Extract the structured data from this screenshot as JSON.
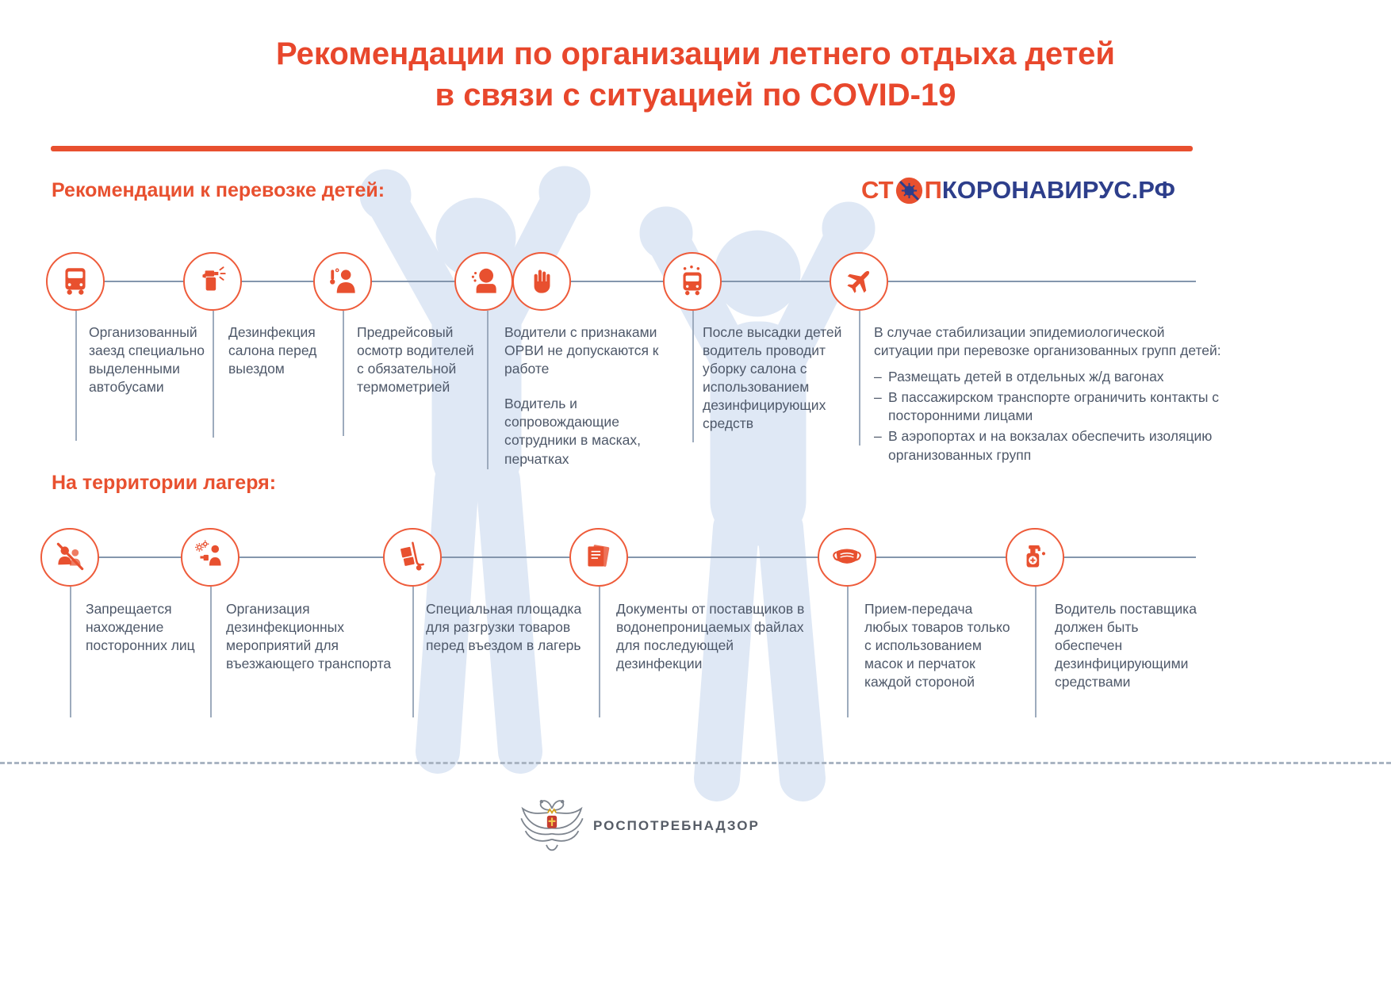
{
  "colors": {
    "accent": "#e8502f",
    "navy": "#2d3e8b",
    "body_text": "#4e5869",
    "timeline_line": "#8496ad",
    "silhouette": "#dfe8f5"
  },
  "header": {
    "title_line1": "Рекомендации по организации летнего отдыха детей",
    "title_line2": "в связи с ситуацией по COVID-19"
  },
  "logo": {
    "prefix": "СТ",
    "after_virus": "П",
    "suffix": "КОРОНАВИРУС.РФ"
  },
  "sections": [
    {
      "heading": "Рекомендации к перевозке детей:",
      "items": [
        {
          "icon": "bus-icon",
          "text": "Организованный заезд специально выделенными автобусами"
        },
        {
          "icon": "spray-icon",
          "text": "Дезинфекция салона перед выездом"
        },
        {
          "icon": "driver-thermometry-icon",
          "text": "Предрейсовый осмотр водителей с обязательной термометрией"
        },
        {
          "icon": "cough-icon-glove-icon",
          "text": "Водители с признаками ОРВИ не допускаются к работе",
          "text2": "Водитель и сопровождающие сотрудники в масках, перчатках"
        },
        {
          "icon": "bus-cleaning-icon",
          "text": "После высадки детей водитель проводит уборку салона с использованием дезинфицирующих средств"
        },
        {
          "icon": "airplane-icon",
          "text": "В случае стабилизации эпидемиологической ситуации при перевозке организованных групп детей:",
          "bullets": [
            "Размещать детей в отдельных ж/д вагонах",
            "В пассажирском транспорте ограничить контакты с посторонними лицами",
            "В аэропортах и на вокзалах обеспечить изоляцию организованных групп"
          ]
        }
      ]
    },
    {
      "heading": "На территории лагеря:",
      "items": [
        {
          "icon": "no-strangers-icon",
          "text": "Запрещается нахождение посторонних лиц"
        },
        {
          "icon": "transport-disinfection-icon",
          "text": "Организация дезинфекционных мероприятий для въезжающего транспорта"
        },
        {
          "icon": "handtruck-icon",
          "text": "Специальная площадка для разгрузки товаров перед въездом в лагерь"
        },
        {
          "icon": "documents-icon",
          "text": "Документы от поставщиков в водонепроницаемых файлах для последующей дезинфекции"
        },
        {
          "icon": "mask-icon",
          "text": "Прием-передача любых товаров только с использованием масок и перчаток каждой стороной"
        },
        {
          "icon": "sanitizer-icon",
          "text": "Водитель поставщика должен быть обеспечен дезинфицирующими средствами"
        }
      ]
    }
  ],
  "footer": {
    "agency": "РОСПОТРЕБНАДЗОР"
  }
}
